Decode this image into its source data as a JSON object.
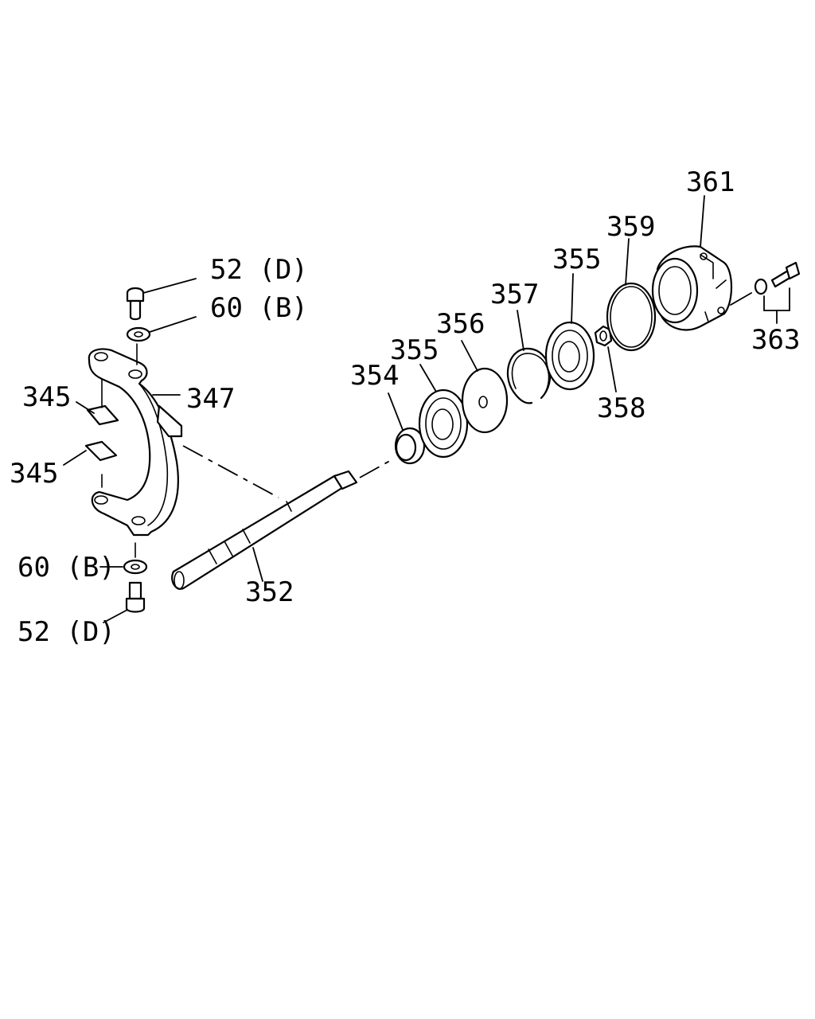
{
  "callouts": [
    {
      "id": "c-361",
      "text": "361"
    },
    {
      "id": "c-359",
      "text": "359"
    },
    {
      "id": "c-355b",
      "text": "355"
    },
    {
      "id": "c-357",
      "text": "357"
    },
    {
      "id": "c-356",
      "text": "356"
    },
    {
      "id": "c-355a",
      "text": "355"
    },
    {
      "id": "c-354",
      "text": "354"
    },
    {
      "id": "c-358",
      "text": "358"
    },
    {
      "id": "c-363",
      "text": "363"
    },
    {
      "id": "c-52d-top",
      "text": "52 (D)"
    },
    {
      "id": "c-60b-top",
      "text": "60 (B)"
    },
    {
      "id": "c-345a",
      "text": "345"
    },
    {
      "id": "c-347",
      "text": "347"
    },
    {
      "id": "c-345b",
      "text": "345"
    },
    {
      "id": "c-60b-bot",
      "text": "60 (B)"
    },
    {
      "id": "c-52d-bot",
      "text": "52 (D)"
    },
    {
      "id": "c-352",
      "text": "352"
    }
  ]
}
